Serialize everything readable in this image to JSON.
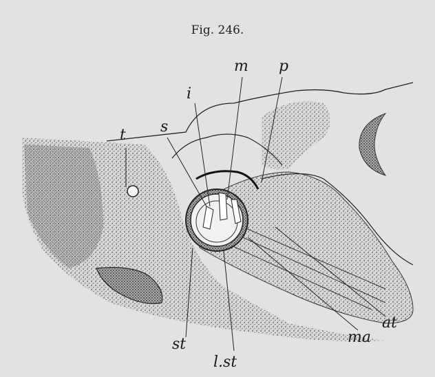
{
  "figure": {
    "caption": "Fig. 246.",
    "labels": {
      "t": "t",
      "s": "s",
      "i": "i",
      "m": "m",
      "p": "p",
      "st_left": "st",
      "l_st": "l.st",
      "ma": "ma",
      "at": "at"
    }
  },
  "colors": {
    "paper": "#e2e2e2",
    "ink": "#1a1a1a",
    "stipple": "#666666"
  }
}
